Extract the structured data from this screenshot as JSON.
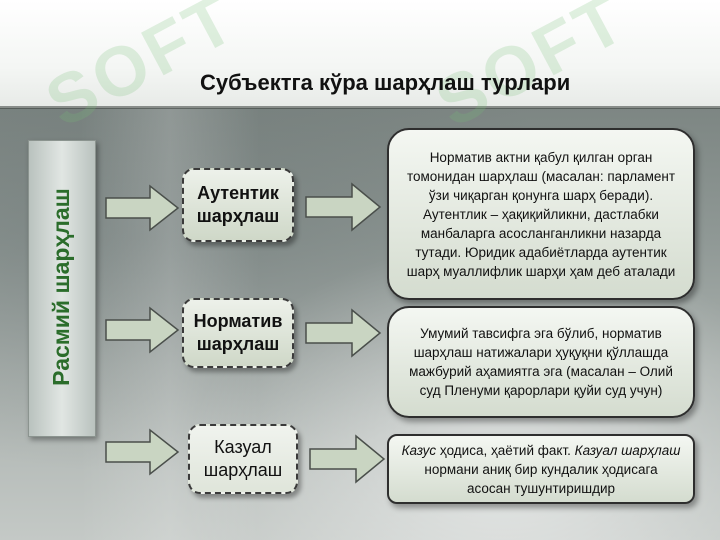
{
  "watermark": {
    "text": "SOFT"
  },
  "title": "Субъектга кўра шарҳлаш турлари",
  "side_label": "Расмий шарҳлаш",
  "rows": [
    {
      "type_line1": "Аутентик",
      "type_line2": "шарҳлаш",
      "desc": "Норматив актни қабул қилган орган томонидан шарҳлаш (масалан: парламент ўзи чиқарган қонунга шарҳ беради). Аутентлик – ҳақиқийликни, дастлабки манбаларга асосланганликни назарда тутади. Юридик адабиётларда аутентик шарҳ муаллифлик шарҳи ҳам деб аталади"
    },
    {
      "type_line1": "Норматив",
      "type_line2": "шарҳлаш",
      "desc": "Умумий тавсифга эга бўлиб, норматив шарҳлаш натижалари ҳуқуқни қўллашда мажбурий аҳамиятга эга (масалан – Олий суд Пленуми қарорлари қуйи суд учун)"
    },
    {
      "type_line1": "Казуал",
      "type_line2": "шарҳлаш",
      "desc_italic1": "Казус",
      "desc_part2": " ҳодиса, ҳаётий факт. ",
      "desc_italic2": "Казуал шарҳлаш",
      "desc_part3": " нормани аниқ бир кундалик ҳодисага асосан тушунтиришдир"
    }
  ],
  "colors": {
    "accent_green": "#2b6d2b",
    "arrow_fill": "#c9d5c2",
    "box_border": "#2e2e2e"
  }
}
